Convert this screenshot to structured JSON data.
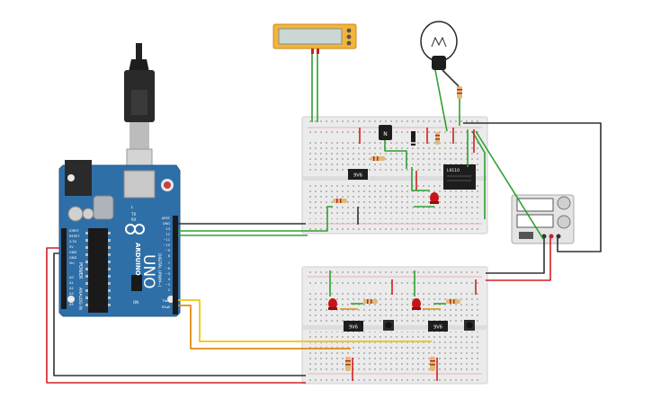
{
  "arduino": {
    "brand_vertical": "ARDUINO",
    "model_vertical": "UNO",
    "digital_header": "DIGITAL (PWM~)",
    "power_header": "POWER",
    "analog_header": "ANALOG IN",
    "tx_label": "TX",
    "rx_label": "RX",
    "on_label": "ON",
    "l_label": "L",
    "left_pins": [
      "IOREF",
      "RESET",
      "3.3V",
      "5V",
      "GND",
      "GND",
      "Vin"
    ],
    "analog_pins": [
      "A0",
      "A1",
      "A2",
      "A3",
      "A4",
      "A5"
    ],
    "right_pins": [
      "AREF",
      "GND",
      "13",
      "12",
      "~11",
      "~10",
      "~9",
      "8",
      "7",
      "~6",
      "~5",
      "4",
      "~3",
      "2",
      "TX▸1",
      "RX◂0"
    ]
  },
  "chips": {
    "motor_driver": "L9110",
    "top_hbridge": "9V6",
    "bottom_left_hbridge": "9V6",
    "bottom_right_hbridge": "9V6"
  },
  "colors": {
    "board_blue": "#2f6fa7",
    "breadboard": "#e9e9e9",
    "wire_black": "#303030",
    "wire_green": "#30a030",
    "wire_red": "#d02020",
    "wire_orange": "#e08a10",
    "wire_yellow": "#f2c40c",
    "lcd_frame": "#f4b43a",
    "led_red": "#c81414"
  },
  "icons": {
    "usb": "usb-cable-icon",
    "bulb": "light-bulb-icon",
    "lcd": "lcd-display-icon",
    "psu": "power-supply-icon",
    "relay": "relay-icon",
    "led": "led-icon",
    "button": "pushbutton-icon",
    "resistor": "resistor-icon"
  }
}
